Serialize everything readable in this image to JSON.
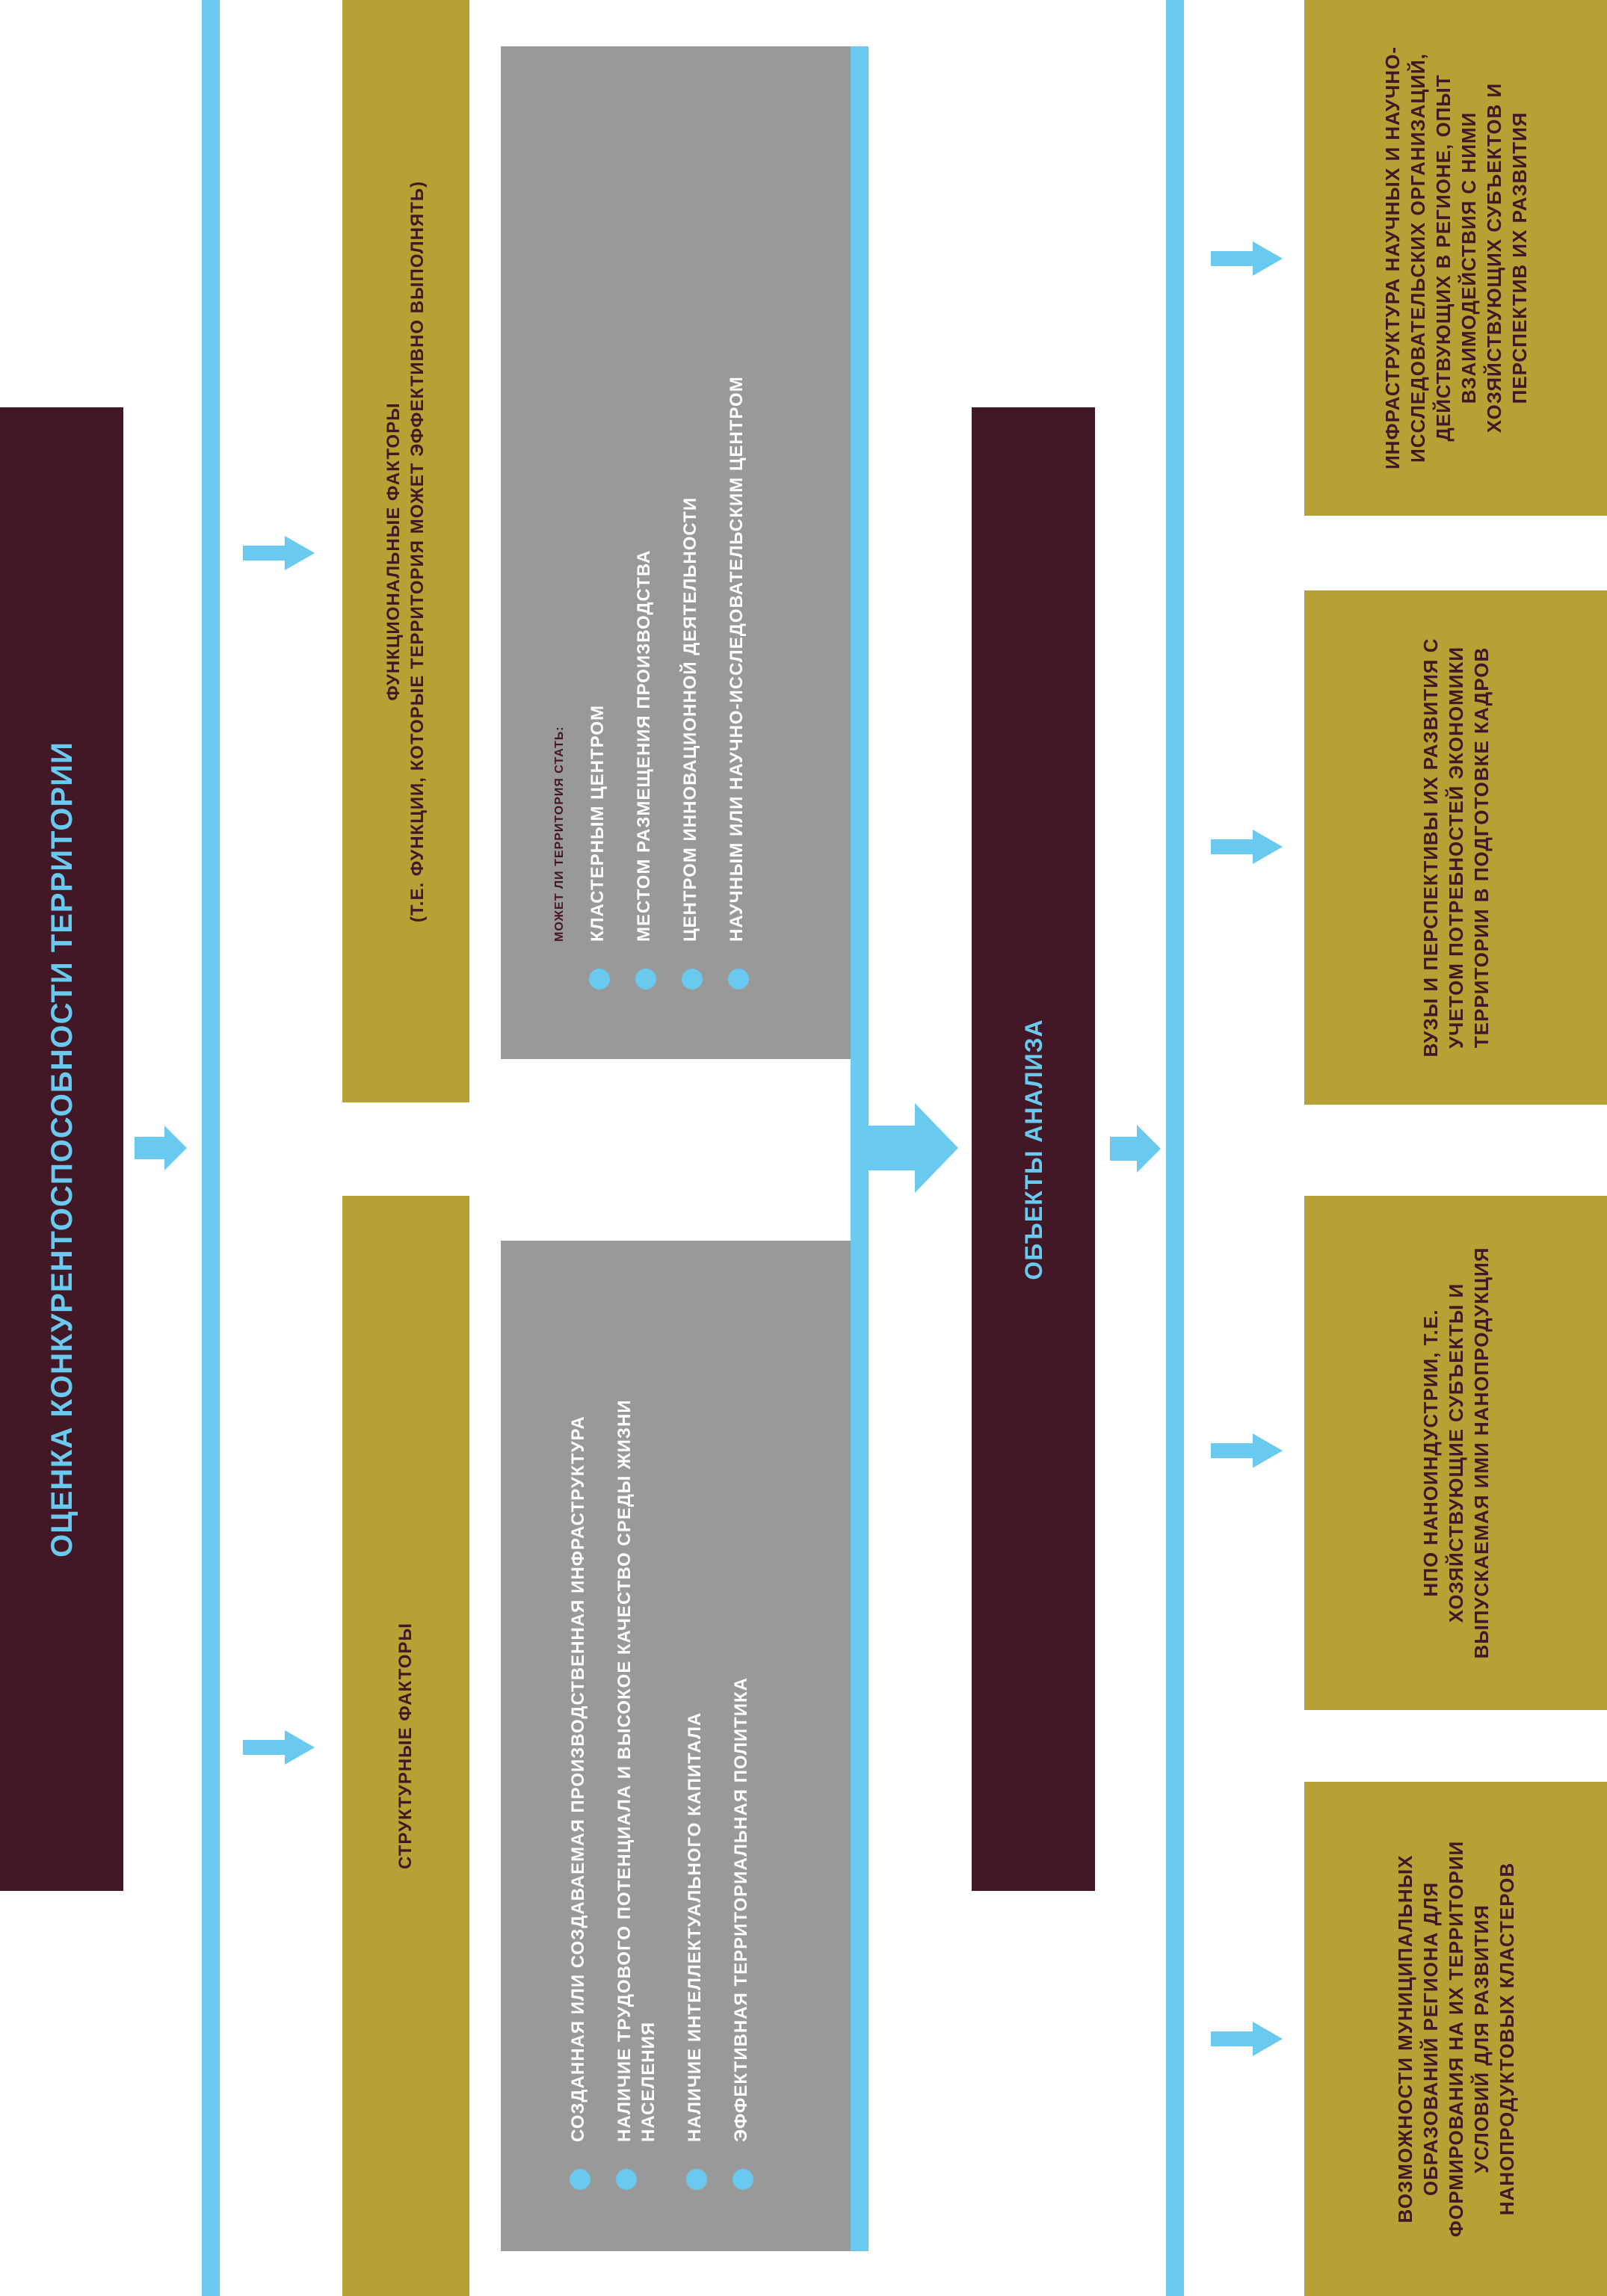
{
  "title": "Оценка конкурентоспособности территории",
  "structural": {
    "heading": "Структурные факторы",
    "items": [
      "Созданная или создаваемая производственная инфраструктура",
      "Наличие трудового потенциала и высокое качество среды жизни населения",
      "Наличие интеллектуального капитала",
      "Эффективная территориальная политика"
    ]
  },
  "functional": {
    "heading": "Функциональные факторы",
    "subheading": "(т.е. функции, которые территория может эффективно выполнять)",
    "lead": "Может ли территория стать:",
    "items": [
      "кластерным центром",
      "местом размещения производства",
      "центром инновационной деятельности",
      "научным или научно-исследовательским центром"
    ]
  },
  "objects": {
    "heading": "Объекты анализа",
    "items": [
      "Возможности муниципальных образований региона для формирования на их территории условий для развития нанопродуктовых кластеров",
      "НПО наноиндустрии, т.е. хозяйствующие субъекты и выпускаемая ими нанопродукция",
      "Вузы и перспективы их развития с учетом потребностей экономики территории в подготовке кадров",
      "Инфраструктура научных и научно-исследовательских организаций, действующих в регионе, опыт взаимодействия с ними хозяйствующих субъектов и перспектив их развития"
    ]
  },
  "colors": {
    "maroon": "#431826",
    "olive": "#b8a034",
    "grey": "#999999",
    "blue": "#69c9ee"
  }
}
